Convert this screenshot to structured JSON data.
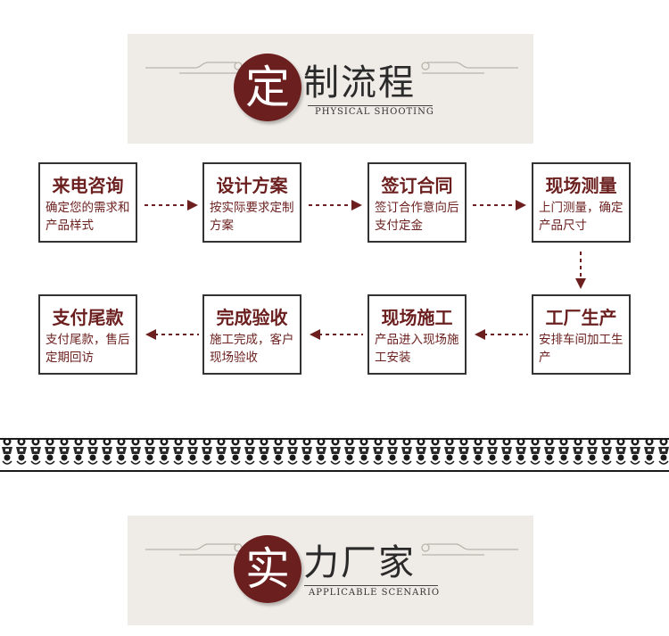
{
  "section1": {
    "badge_char": "定",
    "title": "制流程",
    "subtitle": "PHYSICAL SHOOTING"
  },
  "steps": [
    {
      "title": "来电咨询",
      "desc": "确定您的需求和产品样式"
    },
    {
      "title": "设计方案",
      "desc": "按实际要求定制方案"
    },
    {
      "title": "签订合同",
      "desc": "签订合作意向后支付定金"
    },
    {
      "title": "现场测量",
      "desc": "上门测量，确定产品尺寸"
    },
    {
      "title": "工厂生产",
      "desc": "安排车间加工生产"
    },
    {
      "title": "现场施工",
      "desc": "产品进入现场施工安装"
    },
    {
      "title": "完成验收",
      "desc": "施工完成，客户现场验收"
    },
    {
      "title": "支付尾款",
      "desc": "支付尾款，售后定期回访"
    }
  ],
  "section2": {
    "badge_char": "实",
    "title": "力厂家",
    "subtitle": "APPLICABLE SCENARIO"
  },
  "colors": {
    "accent": "#6b1f1e",
    "banner_bg": "#efebe6",
    "box_border": "#333333"
  }
}
